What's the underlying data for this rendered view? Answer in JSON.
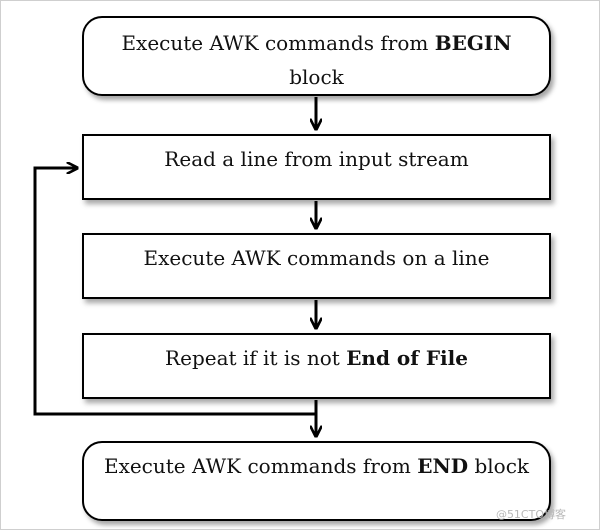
{
  "steps": [
    {
      "line1_pre": "Execute AWK commands from ",
      "line1_bold": "BEGIN",
      "line2": "block"
    },
    {
      "text": "Read a line from input stream"
    },
    {
      "text": "Execute AWK commands on a line"
    },
    {
      "pre": "Repeat if it is not ",
      "bold": "End of File"
    },
    {
      "pre": "Execute AWK commands from ",
      "bold": "END",
      "post": " block"
    }
  ],
  "watermark": "@51CTO博客"
}
